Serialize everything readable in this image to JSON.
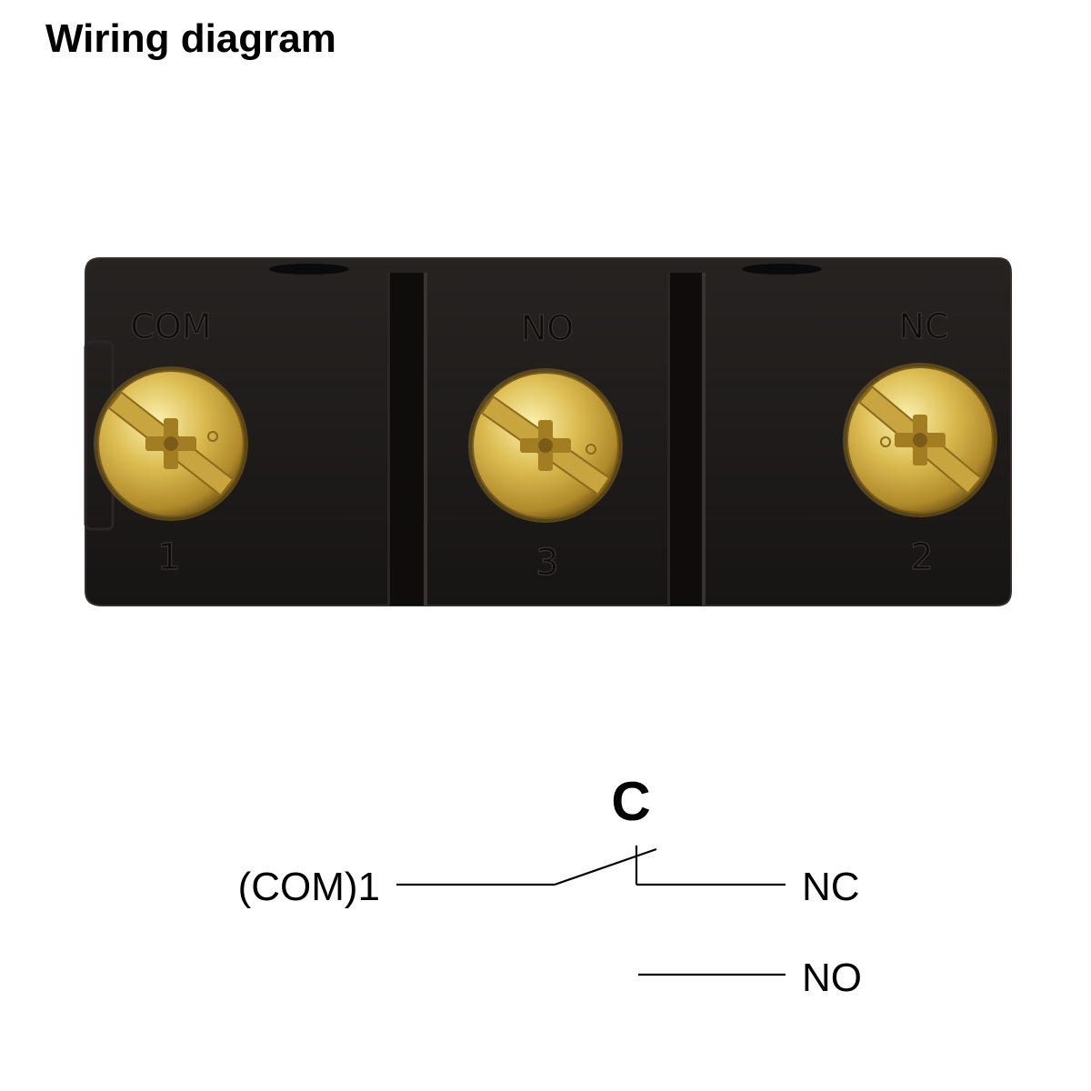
{
  "title": "Wiring diagram",
  "colors": {
    "body": "#1c1a19",
    "body_edge": "#2e2a28",
    "groove": "#0a0909",
    "screw_gold": "#d9b84a",
    "screw_highlight": "#f6e79a",
    "screw_shadow": "#8a6a1c",
    "line": "#000000"
  },
  "terminals": [
    {
      "id": "com",
      "label": "COM",
      "number": "1"
    },
    {
      "id": "no",
      "label": "NO",
      "number": "3"
    },
    {
      "id": "nc",
      "label": "NC",
      "number": "2"
    }
  ],
  "schematic": {
    "common_label": "C",
    "com_label": "(COM)1",
    "nc_label": "NC",
    "no_label": "NO"
  }
}
